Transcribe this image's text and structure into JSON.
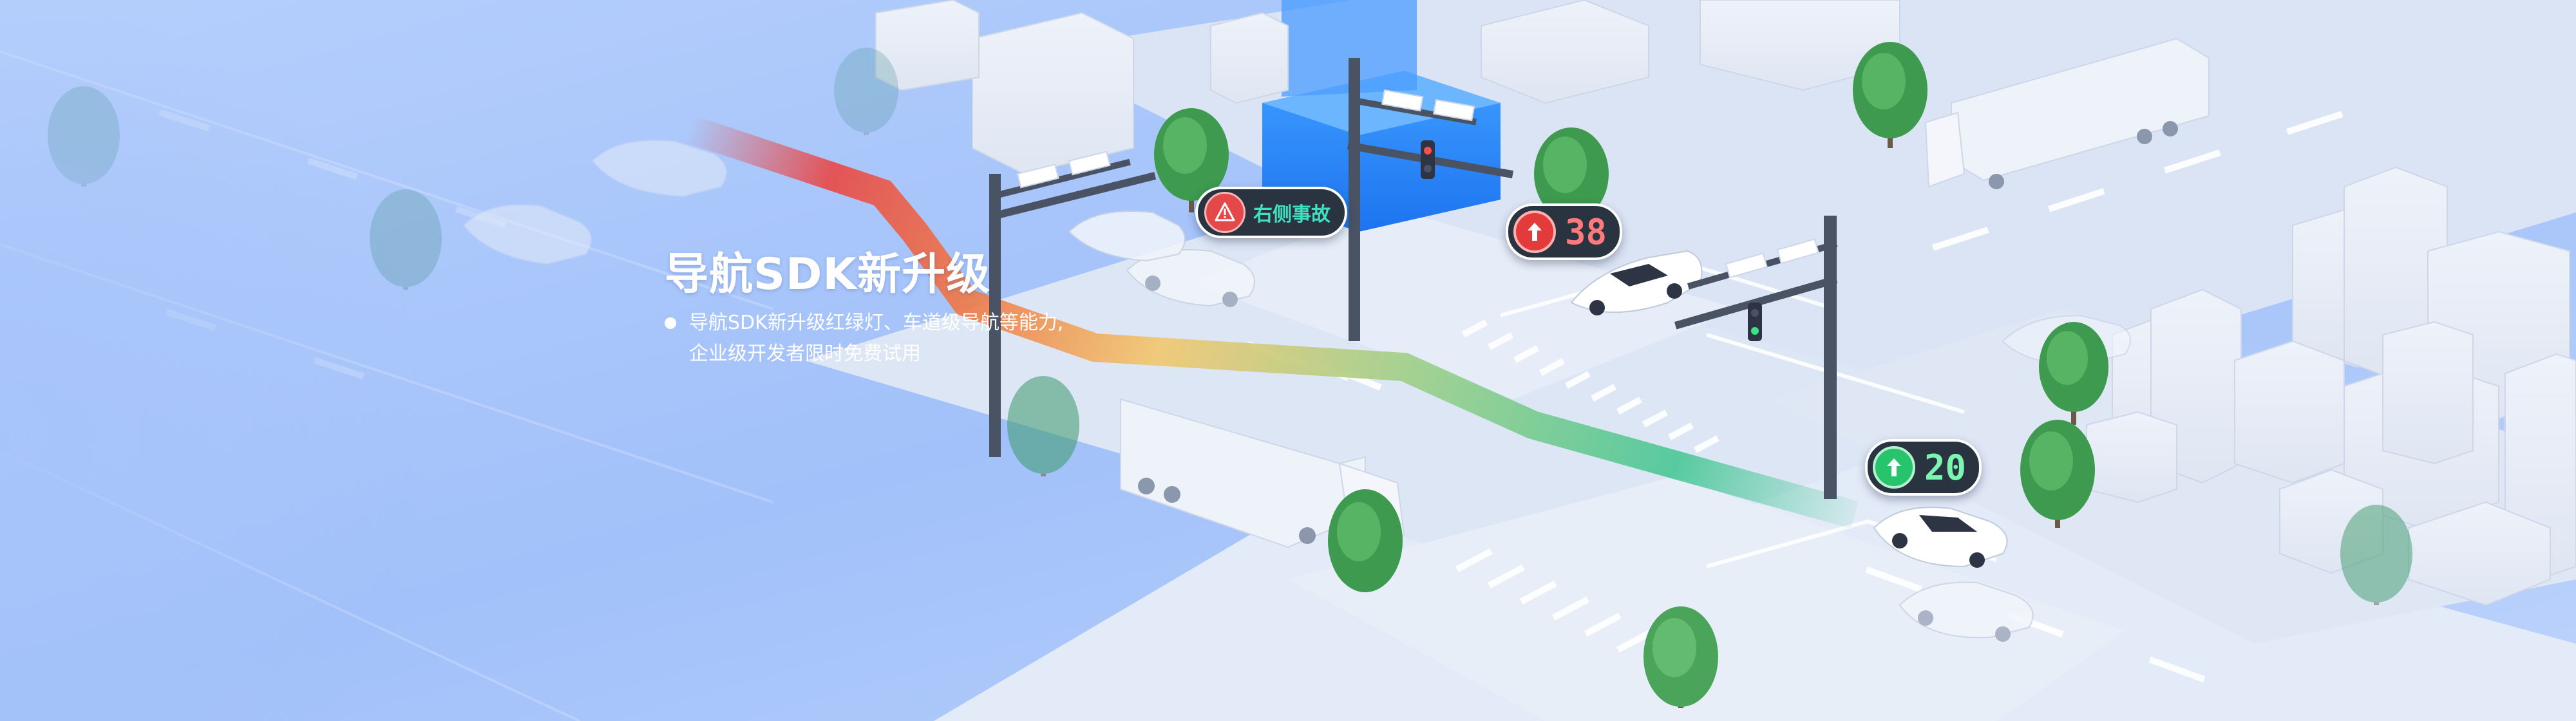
{
  "banner": {
    "headline": "导航SDK新升级",
    "bullets": [
      "导航SDK新升级红绿灯、车道级导航等能力,",
      "企业级开发者限时免费试用"
    ]
  },
  "callouts": {
    "accident": {
      "label": "右侧事故",
      "icon": "warning-car-icon"
    },
    "red_light": {
      "countdown": "38",
      "icon": "arrow-up-icon"
    },
    "green_light": {
      "countdown": "20",
      "icon": "arrow-up-icon"
    }
  },
  "colors": {
    "background": "#a9c7fb",
    "road": "#dde6f5",
    "route_red": "#e84a4a",
    "route_yellow": "#f1c870",
    "route_green": "#4cc898",
    "accident_text": "#3fe0c0",
    "countdown_red": "#ff7a7a",
    "countdown_green": "#7cf5b0",
    "callout_bg": "#2a3340"
  }
}
